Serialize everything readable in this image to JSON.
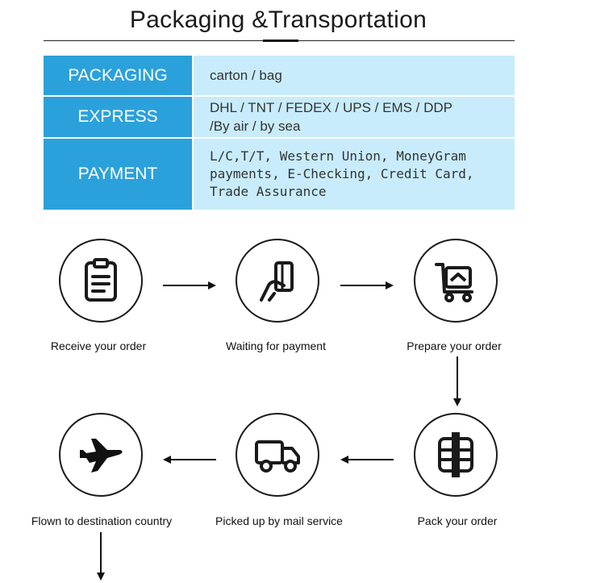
{
  "title": "Packaging &Transportation",
  "info_rows": [
    {
      "label": "PACKAGING",
      "lines": [
        "carton / bag"
      ]
    },
    {
      "label": "EXPRESS",
      "lines": [
        "DHL / TNT / FEDEX / UPS / EMS / DDP",
        "/By air / by sea"
      ]
    },
    {
      "label": "PAYMENT",
      "lines": [
        "L/C,T/T, Western Union, MoneyGram",
        "payments, E-Checking, Credit Card,",
        "Trade Assurance"
      ]
    }
  ],
  "steps": [
    {
      "label": "Receive your order",
      "icon": "clipboard-icon"
    },
    {
      "label": "Waiting for payment",
      "icon": "card-payment-icon"
    },
    {
      "label": "Prepare your order",
      "icon": "shopping-cart-icon"
    },
    {
      "label": "Pack your order",
      "icon": "package-icon"
    },
    {
      "label": "Picked up by mail service",
      "icon": "delivery-truck-icon"
    },
    {
      "label": "Flown to destination country",
      "icon": "airplane-icon"
    }
  ],
  "colors": {
    "label_bg": "#2ba1db",
    "value_bg": "#c8ecfb",
    "line": "#1a1a1a"
  }
}
